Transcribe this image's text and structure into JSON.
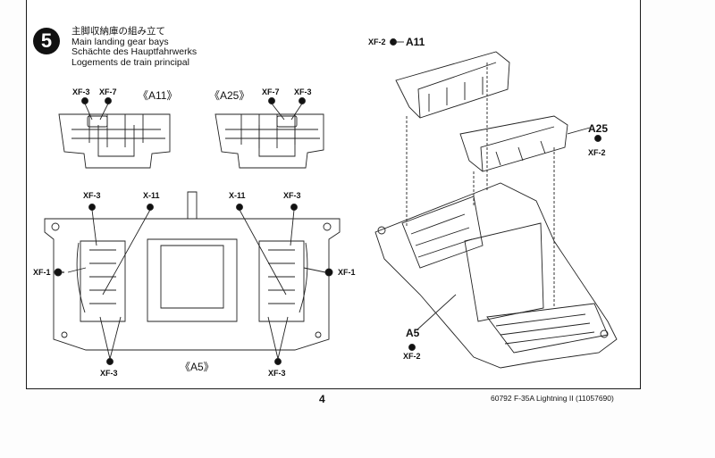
{
  "step": {
    "number": "5",
    "title_jp": "主脚収納庫の組み立て",
    "title_en": "Main landing gear bays",
    "title_de": "Schächte des Hauptfahrwerks",
    "title_fr": "Logements de train principal"
  },
  "labels": {
    "xf3": "XF-3",
    "xf7": "XF-7",
    "xf1": "XF-1",
    "xf2": "XF-2",
    "x11": "X-11",
    "part_a11_paren": "《A11》",
    "part_a25_paren": "《A25》",
    "part_a5_paren": "《A5》",
    "part_a11": "A11",
    "part_a25": "A25",
    "part_a5": "A5"
  },
  "footer": {
    "page_number": "4",
    "kit_title": "60792 F-35A Lightning II (11057690)"
  },
  "colors": {
    "ink": "#111111",
    "paper": "#ffffff"
  }
}
